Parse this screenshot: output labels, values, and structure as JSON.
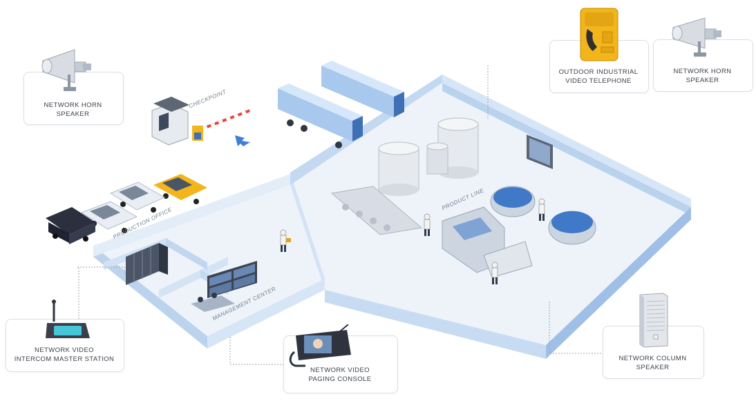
{
  "devices": {
    "horn_left": "NETWORK HORN\nSPEAKER",
    "telephone": "OUTDOOR INDUSTRIAL\nVIDEO TELEPHONE",
    "horn_right": "NETWORK HORN\nSPEAKER",
    "master_station": "NETWORK VIDEO\nINTERCOM MASTER STATION",
    "paging_console": "NETWORK VIDEO\nPAGING CONSOLE",
    "column_speaker": "NETWORK COLUMN\nSPEAKER"
  },
  "areas": {
    "checkpoint": "CHECKPOINT",
    "production_office": "PRODUCTION OFFICE",
    "product_line": "PRODUCT LINE",
    "management_center": "MANAGEMENT CENTER"
  },
  "colors": {
    "wall": "#cfe0f3",
    "wall_dark": "#a9c6e8",
    "floor": "#eef3f9",
    "accent_yellow": "#f2b51c",
    "truck_blue": "#3f6fb5"
  }
}
